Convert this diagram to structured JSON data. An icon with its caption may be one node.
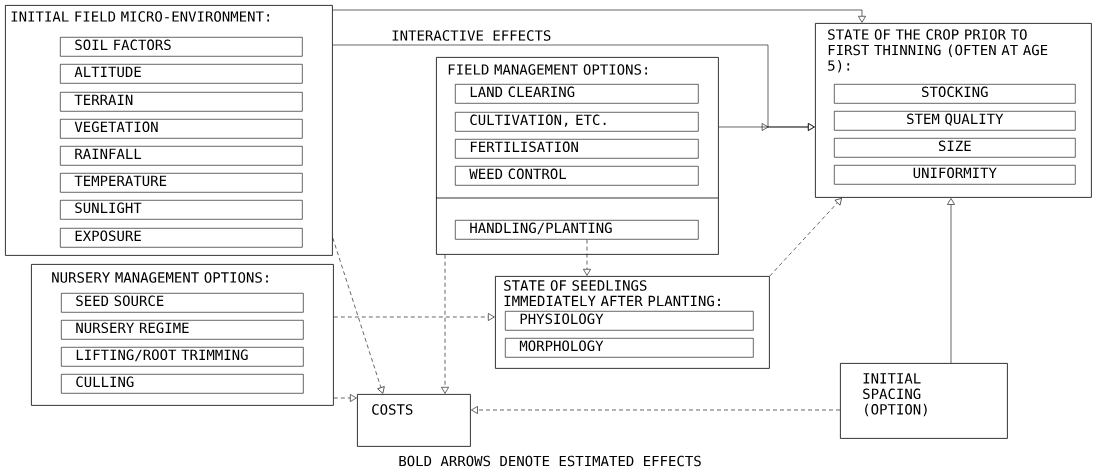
{
  "diagram": {
    "caption": "BOLD ARROWS DENOTE ESTIMATED EFFECTS",
    "nodes": [
      {
        "text": [
          "INITIAL FIELD MICRO-ENVIRONMENT:"
        ]
      },
      {
        "text": [
          "SOIL FACTORS"
        ],
        "in": 0
      },
      {
        "text": [
          "ALTITUDE"
        ],
        "in": 0
      },
      {
        "text": [
          "TERRAIN"
        ],
        "in": 0
      },
      {
        "text": [
          "VEGETATION"
        ],
        "in": 0
      },
      {
        "text": [
          "RAINFALL"
        ],
        "in": 0
      },
      {
        "text": [
          "TEMPERATURE"
        ],
        "in": 0
      },
      {
        "text": [
          "SUNLIGHT"
        ],
        "in": 0
      },
      {
        "text": [
          "EXPOSURE"
        ],
        "in": 0
      },
      {
        "text": [
          "NURSERY MANAGEMENT OPTIONS:"
        ]
      },
      {
        "text": [
          "SEED SOURCE"
        ],
        "in": 9
      },
      {
        "text": [
          "NURSERY REGIME"
        ],
        "in": 9
      },
      {
        "text": [
          "LIFTING/ROOT TRIMMING"
        ],
        "in": 9
      },
      {
        "text": [
          "CULLING"
        ],
        "in": 9
      },
      {
        "text": [
          "FIELD MANAGEMENT OPTIONS:"
        ]
      },
      {
        "text": [
          "LAND CLEARING"
        ],
        "in": 14
      },
      {
        "text": [
          "CULTIVATION, ETC."
        ],
        "in": 14
      },
      {
        "text": [
          "FERTILISATION"
        ],
        "in": 14
      },
      {
        "text": [
          "WEED CONTROL"
        ],
        "in": 14
      },
      {
        "text": [
          "HANDLING/PLANTING"
        ],
        "in": 14
      },
      {
        "text": [
          "STATE OF THE CROP PRIOR TO FIRST THINNING (OFTEN AT AGE 5):"
        ]
      },
      {
        "text": [
          "STOCKING"
        ],
        "in": 20
      },
      {
        "text": [
          "STEM QUALITY"
        ],
        "in": 20
      },
      {
        "text": [
          "SIZE"
        ],
        "in": 20
      },
      {
        "text": [
          "UNIFORMITY"
        ],
        "in": 20
      },
      {
        "text": [
          "STATE OF SEEDLINGS IMMEDIATELY AFTER PLANTING:"
        ]
      },
      {
        "text": [
          "PHYSIOLOGY"
        ],
        "in": 25
      },
      {
        "text": [
          "MORPHOLOGY"
        ],
        "in": 25
      },
      {
        "text": [
          "COSTS"
        ]
      },
      {
        "text": [
          "INITIAL SPACING (OPTION)"
        ]
      }
    ],
    "edges": [
      {
        "from": 0,
        "to": 20,
        "arrow": "to"
      },
      {
        "from": 0,
        "to": 20,
        "arrow": "to",
        "label": "INTERACTIVE EFFECTS"
      },
      {
        "from": 14,
        "to": 20,
        "arrow": "to"
      },
      {
        "from": 25,
        "to": 20,
        "arrow": "to",
        "style": "dashed"
      },
      {
        "from": 29,
        "to": 20,
        "arrow": "to"
      },
      {
        "from": 29,
        "to": 28,
        "arrow": "to",
        "style": "dashed"
      },
      {
        "from": 19,
        "to": 25,
        "arrow": "to",
        "style": "dashed"
      },
      {
        "from": 9,
        "to": 25,
        "arrow": "to",
        "style": "dashed"
      },
      {
        "from": 0,
        "to": 28,
        "arrow": "to",
        "style": "dashed"
      },
      {
        "from": 14,
        "to": 28,
        "arrow": "to",
        "style": "dashed"
      },
      {
        "from": 9,
        "to": 28,
        "arrow": "to",
        "style": "dashed"
      }
    ]
  }
}
